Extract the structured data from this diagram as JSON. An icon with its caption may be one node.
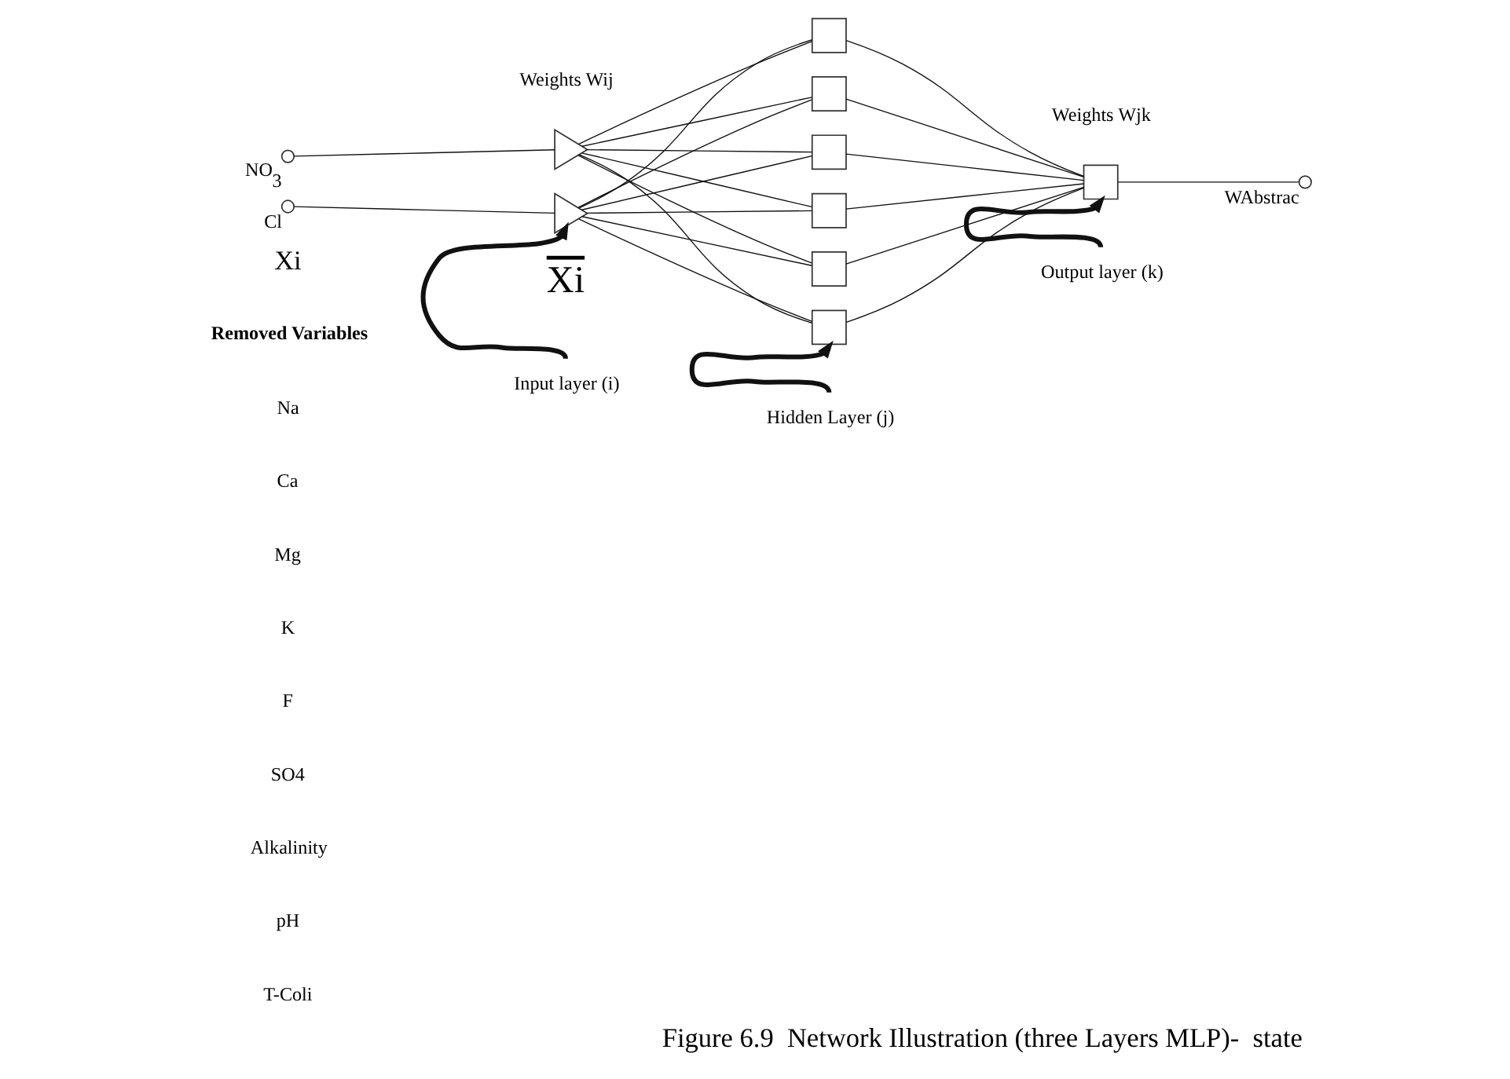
{
  "diagram": {
    "caption": "Figure 6.9  Network Illustration (three Layers MLP)-  state",
    "nodes": [
      {
        "text": [],
        "shape": "circle",
        "beside": [
          "NO$_{3}$"
        ]
      },
      {
        "text": [],
        "shape": "circle",
        "beside": [
          "Cl"
        ]
      },
      {
        "text": [],
        "shape": "triangle"
      },
      {
        "text": [],
        "shape": "triangle"
      },
      {
        "text": [],
        "shape": "box"
      },
      {
        "text": [],
        "shape": "box"
      },
      {
        "text": [],
        "shape": "box"
      },
      {
        "text": [],
        "shape": "box"
      },
      {
        "text": [],
        "shape": "box"
      },
      {
        "text": [],
        "shape": "box"
      },
      {
        "text": [],
        "shape": "box"
      },
      {
        "text": [],
        "shape": "circle",
        "beside": [
          "WAbstrac"
        ]
      },
      {
        "text": [
          "Input layer (i)"
        ]
      },
      {
        "text": [
          "Hidden Layer (j)"
        ]
      },
      {
        "text": [
          "Output layer (k)"
        ]
      }
    ],
    "edges": [
      {
        "from": 0,
        "to": 2,
        "arrow": "none"
      },
      {
        "from": 1,
        "to": 3,
        "arrow": "none"
      },
      {
        "from": 2,
        "to": 4,
        "arrow": "none"
      },
      {
        "from": 2,
        "to": 5,
        "arrow": "none"
      },
      {
        "from": 2,
        "to": 6,
        "arrow": "none"
      },
      {
        "from": 2,
        "to": 7,
        "arrow": "none"
      },
      {
        "from": 2,
        "to": 8,
        "arrow": "none"
      },
      {
        "from": 2,
        "to": 9,
        "arrow": "none"
      },
      {
        "from": 3,
        "to": 4,
        "arrow": "none"
      },
      {
        "from": 3,
        "to": 5,
        "arrow": "none"
      },
      {
        "from": 3,
        "to": 6,
        "arrow": "none"
      },
      {
        "from": 3,
        "to": 7,
        "arrow": "none"
      },
      {
        "from": 3,
        "to": 8,
        "arrow": "none"
      },
      {
        "from": 3,
        "to": 9,
        "arrow": "none"
      },
      {
        "from": 4,
        "to": 10,
        "arrow": "none"
      },
      {
        "from": 5,
        "to": 10,
        "arrow": "none"
      },
      {
        "from": 6,
        "to": 10,
        "arrow": "none"
      },
      {
        "from": 7,
        "to": 10,
        "arrow": "none"
      },
      {
        "from": 8,
        "to": 10,
        "arrow": "none"
      },
      {
        "from": 9,
        "to": 10,
        "arrow": "none"
      },
      {
        "from": 10,
        "to": 11,
        "arrow": "none"
      },
      {
        "from": 12,
        "to": 3,
        "arrow": "to",
        "style": "thick"
      },
      {
        "from": 13,
        "to": 9,
        "arrow": "to",
        "style": "thick"
      },
      {
        "from": 14,
        "to": 10,
        "arrow": "to",
        "style": "thick"
      }
    ],
    "labels": [
      "Weights Wij",
      "Weights Wjk",
      "Xi",
      "Removed Variables",
      "Xi",
      "Na",
      "Ca",
      "Mg",
      "K",
      "F",
      "SO4",
      "Alkalinity",
      "pH",
      "T-Coli"
    ]
  }
}
